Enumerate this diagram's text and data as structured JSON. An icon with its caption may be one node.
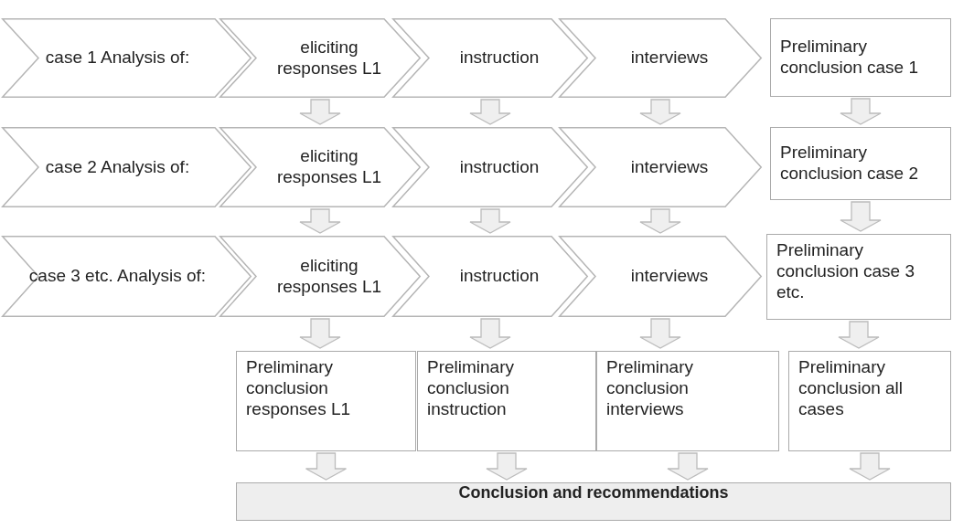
{
  "diagram": {
    "nodes": [
      {
        "text": [
          "case 1 Analysis of:"
        ]
      },
      {
        "text": [
          "eliciting responses L1"
        ]
      },
      {
        "text": [
          "instruction"
        ]
      },
      {
        "text": [
          "interviews"
        ]
      },
      {
        "text": [
          "Preliminary conclusion case 1"
        ]
      },
      {
        "text": [
          "case 2 Analysis of:"
        ]
      },
      {
        "text": [
          "eliciting responses L1"
        ]
      },
      {
        "text": [
          "instruction"
        ]
      },
      {
        "text": [
          "interviews"
        ]
      },
      {
        "text": [
          "Preliminary conclusion case 2"
        ]
      },
      {
        "text": [
          "case 3 etc. Analysis of:"
        ]
      },
      {
        "text": [
          "eliciting responses L1"
        ]
      },
      {
        "text": [
          "instruction"
        ]
      },
      {
        "text": [
          "interviews"
        ]
      },
      {
        "text": [
          "Preliminary conclusion case 3 etc."
        ]
      },
      {
        "text": [
          "Preliminary conclusion responses L1"
        ]
      },
      {
        "text": [
          "Preliminary conclusion instruction"
        ]
      },
      {
        "text": [
          "Preliminary conclusion interviews"
        ]
      },
      {
        "text": [
          "Preliminary conclusion all cases"
        ]
      },
      {
        "text": [
          "Conclusion and recommendations"
        ]
      }
    ],
    "edges": [
      {
        "from": 1,
        "to": 6,
        "arrow": "to"
      },
      {
        "from": 2,
        "to": 7,
        "arrow": "to"
      },
      {
        "from": 3,
        "to": 8,
        "arrow": "to"
      },
      {
        "from": 4,
        "to": 9,
        "arrow": "to"
      },
      {
        "from": 6,
        "to": 11,
        "arrow": "to"
      },
      {
        "from": 7,
        "to": 12,
        "arrow": "to"
      },
      {
        "from": 8,
        "to": 13,
        "arrow": "to"
      },
      {
        "from": 9,
        "to": 14,
        "arrow": "to"
      },
      {
        "from": 11,
        "to": 15,
        "arrow": "to"
      },
      {
        "from": 12,
        "to": 16,
        "arrow": "to"
      },
      {
        "from": 13,
        "to": 17,
        "arrow": "to"
      },
      {
        "from": 14,
        "to": 18,
        "arrow": "to"
      },
      {
        "from": 15,
        "to": 19,
        "arrow": "to"
      },
      {
        "from": 16,
        "to": 19,
        "arrow": "to"
      },
      {
        "from": 17,
        "to": 19,
        "arrow": "to"
      },
      {
        "from": 18,
        "to": 19,
        "arrow": "to"
      }
    ]
  }
}
